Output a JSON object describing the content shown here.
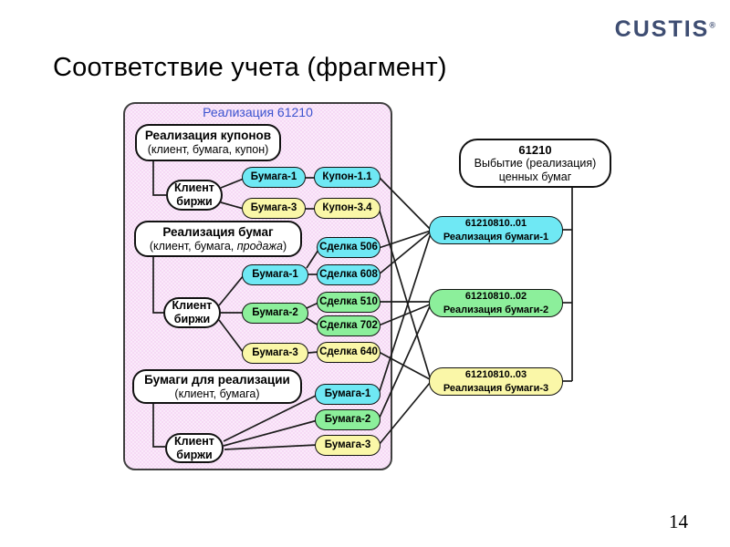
{
  "slide": {
    "title": "Соответствие учета (фрагмент)",
    "page_number": "14"
  },
  "logo": {
    "text": "CUSTIS",
    "registered": "®"
  },
  "diagram": {
    "container_label": "Реализация 61210",
    "groups": [
      {
        "title": "Реализация купонов",
        "attrs": "(клиент, бумага, купон)",
        "client": "Клиент биржи"
      },
      {
        "title": "Реализация бумаг",
        "attrs_prefix": "(клиент, бумага, ",
        "attrs_italic": "продажа",
        "attrs_suffix": ")",
        "client": "Клиент биржи"
      },
      {
        "title": "Бумаги для реализации",
        "attrs": "(клиент, бумага)",
        "client": "Клиент биржи"
      }
    ],
    "nodes": {
      "b1t": "Бумага-1",
      "k11": "Купон-1.1",
      "b3t": "Бумага-3",
      "k34": "Купон-3.4",
      "b1m": "Бумага-1",
      "s506": "Сделка 506",
      "s608": "Сделка 608",
      "b2m": "Бумага-2",
      "s510": "Сделка 510",
      "s702": "Сделка 702",
      "b3m": "Бумага-3",
      "s640": "Сделка 640",
      "b1b": "Бумага-1",
      "b2b": "Бумага-2",
      "b3b": "Бумага-3"
    },
    "right_box": {
      "code": "61210",
      "line1": "Выбытие (реализация)",
      "line2": "ценных бумаг"
    },
    "right_accounts": [
      {
        "code": "61210810..01",
        "name": "Реализация бумаги-1"
      },
      {
        "code": "61210810..02",
        "name": "Реализация бумаги-2"
      },
      {
        "code": "61210810..03",
        "name": "Реализация бумаги-3"
      }
    ],
    "colors": {
      "cyan": "#6fe8f4",
      "green": "#8cef9b",
      "yellow": "#faf7a8",
      "container_pink": "#f6d9f5",
      "label_blue": "#3b53cf",
      "logo_navy": "#3e4d72"
    }
  }
}
